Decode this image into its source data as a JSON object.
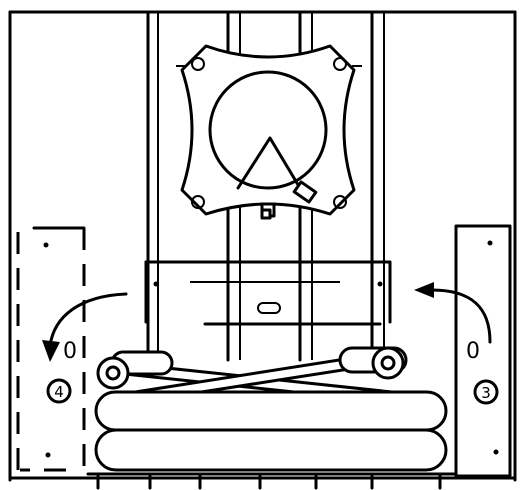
{
  "callouts": [
    {
      "number": "4",
      "detail_letter": "0"
    },
    {
      "number": "3",
      "detail_letter": "0"
    }
  ]
}
